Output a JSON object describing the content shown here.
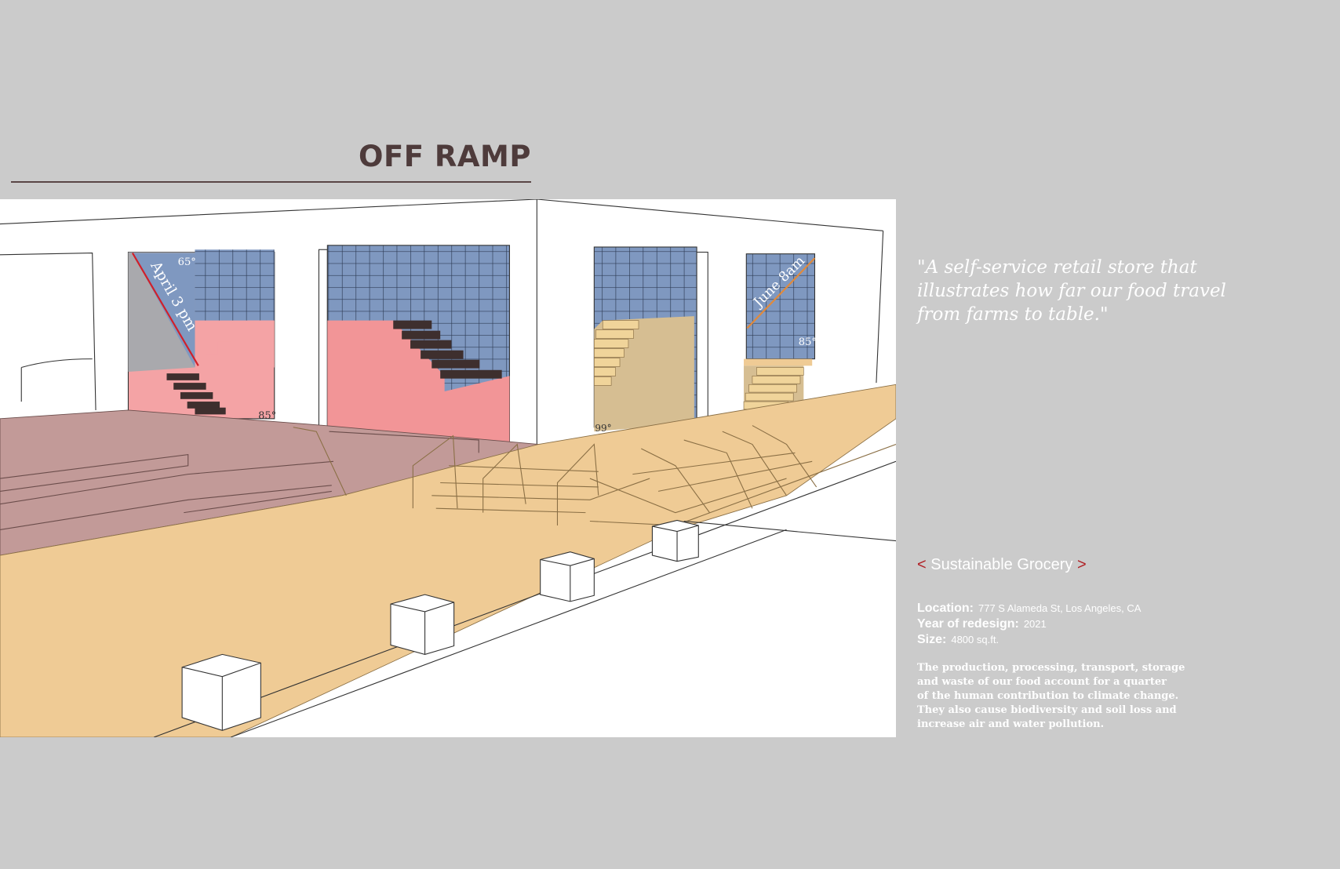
{
  "header": {
    "title": "OFF RAMP"
  },
  "illustration": {
    "labels": {
      "angle_left_top": "65°",
      "time_left": "April 3 pm",
      "angle_left_bottom": "85°",
      "angle_mid": "99°",
      "time_right": "June 8am",
      "angle_right": "85°"
    },
    "colors": {
      "pink": "#f4a3a5",
      "blue": "#7f98c0",
      "tan": "#d6be92",
      "plaza": "#c29a98",
      "ground": "#efcb95",
      "arrow_red": "#d0202a",
      "arrow_orange": "#e08a3c"
    }
  },
  "sidebar": {
    "quote": "\"A self-service retail store that illustrates how far our food travel from farms to table.\"",
    "nav": {
      "prev": "<",
      "label": "Sustainable Grocery",
      "next": ">"
    },
    "details": [
      {
        "label": "Location:",
        "value": "777 S Alameda St, Los Angeles, CA"
      },
      {
        "label": "Year of redesign:",
        "value": "2021"
      },
      {
        "label": "Size:",
        "value": "4800 sq.ft."
      }
    ],
    "description": [
      "The production, processing, transport, storage",
      "and waste of our food account for a quarter",
      "of the human contribution to climate change.",
      "They also cause biodiversity and soil loss and",
      "increase air and water pollution."
    ]
  }
}
